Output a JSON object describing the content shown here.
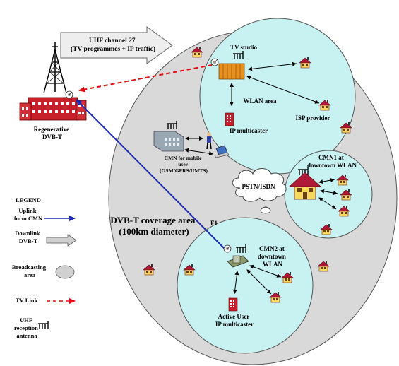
{
  "arrow_banner": {
    "line1": "UHF channel 27",
    "line2": "(TV programmes + IP traffic)"
  },
  "tower": {
    "line1": "Regenerative",
    "line2": "DVB-T"
  },
  "tv_studio": "TV studio",
  "wlan_area": "WLAN area",
  "ip_multicaster": "IP multicaster",
  "isp_provider": "ISP provider",
  "cmn_mobile": {
    "line1": "CMN for mobile",
    "line2": "user",
    "line3": "(GSM/GPRS/UMTS)"
  },
  "cmn1": {
    "line1": "CMN1 at",
    "line2": "downtown WLAN"
  },
  "pstn": "PSTN/ISDN",
  "coverage": {
    "line1": "DVB-T coverage area",
    "line2": "(100km diameter)"
  },
  "f1": "F1",
  "cmn2": {
    "line1": "CMN2 at",
    "line2": "downtown",
    "line3": "WLAN"
  },
  "active_user": {
    "line1": "Active User",
    "line2": "IP multicaster"
  },
  "legend": {
    "title": "LEGEND",
    "uplink": {
      "line1": "Uplink",
      "line2": "form CMN"
    },
    "downlink": {
      "line1": "Downlink",
      "line2": "DVB-T"
    },
    "broadcast": {
      "line1": "Broadcasting",
      "line2": "area"
    },
    "tvlink": "TV Link",
    "uhf": {
      "line1": "UHF",
      "line2": "reception",
      "line3": "antenna"
    }
  },
  "colors": {
    "coverage_fill": "#d9d9d9",
    "wlan_fill": "#c8f2f2",
    "uplink": "#1f2bb0",
    "tvlink": "#e01010",
    "building_red": "#c8202a",
    "studio_orange": "#e89020",
    "house_roof": "#b01838",
    "house_wall": "#f6d860"
  }
}
